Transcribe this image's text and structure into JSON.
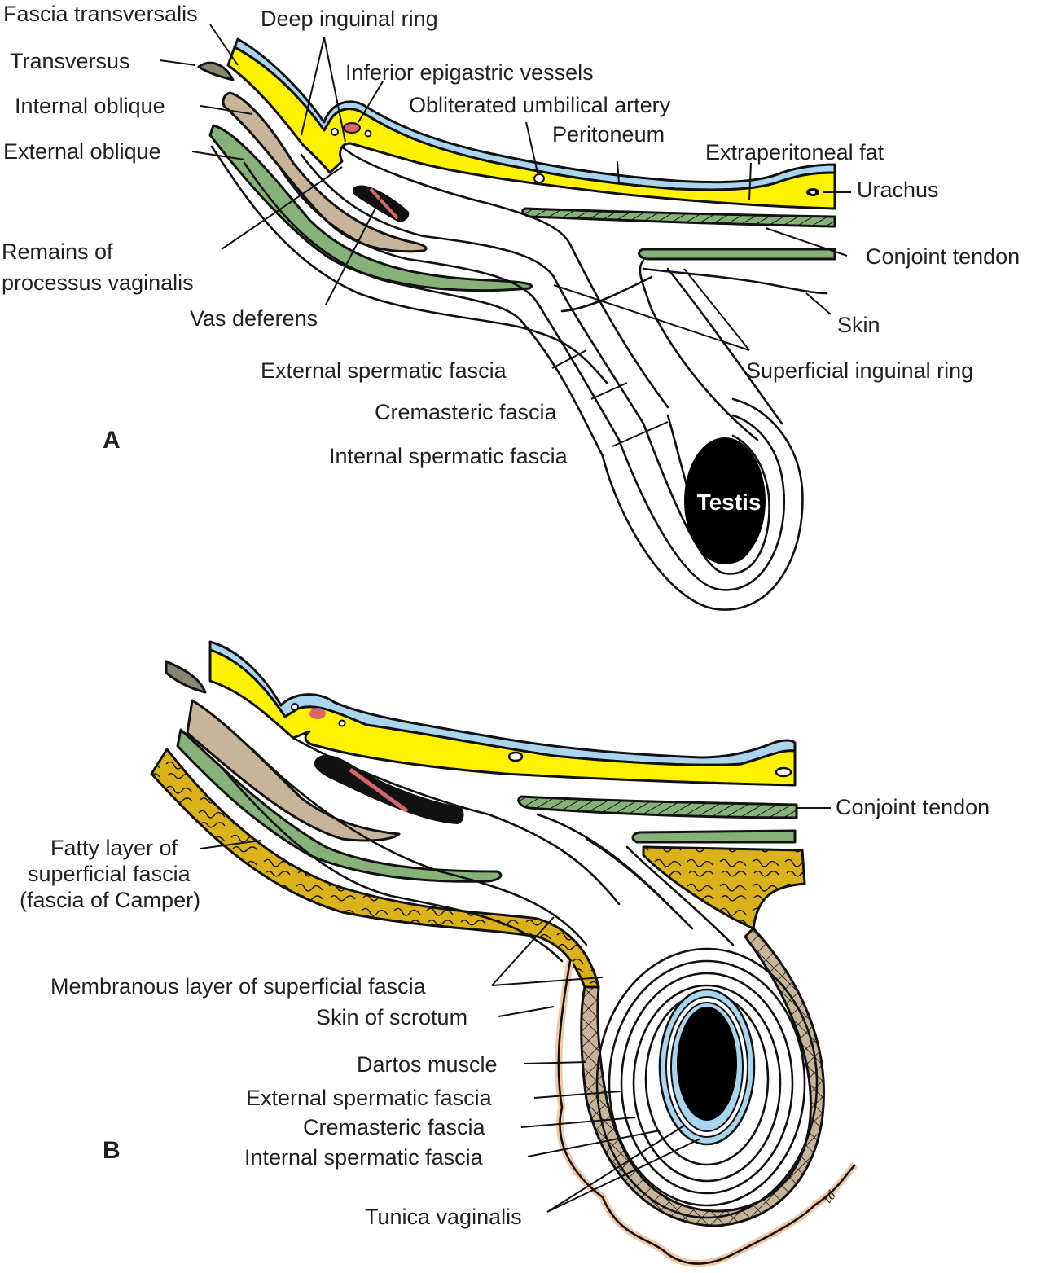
{
  "colors": {
    "fat_yellow": "#fff200",
    "peritoneum_blue": "#a9d6ee",
    "muscle_tan": "#c8b49a",
    "transversus_gray": "#8a8470",
    "external_oblique_green": "#86b27a",
    "superficial_fascia_gold": "#dcb21a",
    "vessel_red": "#d9676a",
    "skin_peach": "#f2c9a7",
    "outline": "#111111"
  },
  "panel_a": {
    "letter": "A",
    "testis_label": "Testis",
    "labels": {
      "fascia_transversalis": "Fascia transversalis",
      "deep_inguinal_ring": "Deep inguinal ring",
      "transversus": "Transversus",
      "inferior_epigastric_vessels": "Inferior epigastric vessels",
      "internal_oblique": "Internal oblique",
      "obliterated_umbilical_artery": "Obliterated umbilical artery",
      "peritoneum": "Peritoneum",
      "external_oblique": "External oblique",
      "extraperitoneal_fat": "Extraperitoneal fat",
      "urachus": "Urachus",
      "remains_line1": "Remains of",
      "remains_line2": "processus vaginalis",
      "conjoint_tendon": "Conjoint tendon",
      "vas_deferens": "Vas deferens",
      "skin": "Skin",
      "external_spermatic_fascia": "External spermatic fascia",
      "superficial_inguinal_ring": "Superficial inguinal ring",
      "cremasteric_fascia": "Cremasteric fascia",
      "internal_spermatic_fascia": "Internal spermatic fascia"
    }
  },
  "panel_b": {
    "letter": "B",
    "signature": "td",
    "labels": {
      "conjoint_tendon": "Conjoint tendon",
      "fatty_line1": "Fatty layer of",
      "fatty_line2": "superficial fascia",
      "fatty_line3": "(fascia of Camper)",
      "membranous_layer": "Membranous layer of superficial fascia",
      "skin_of_scrotum": "Skin of scrotum",
      "dartos_muscle": "Dartos muscle",
      "external_spermatic_fascia": "External spermatic fascia",
      "cremasteric_fascia": "Cremasteric fascia",
      "internal_spermatic_fascia": "Internal spermatic fascia",
      "tunica_vaginalis": "Tunica vaginalis"
    }
  }
}
